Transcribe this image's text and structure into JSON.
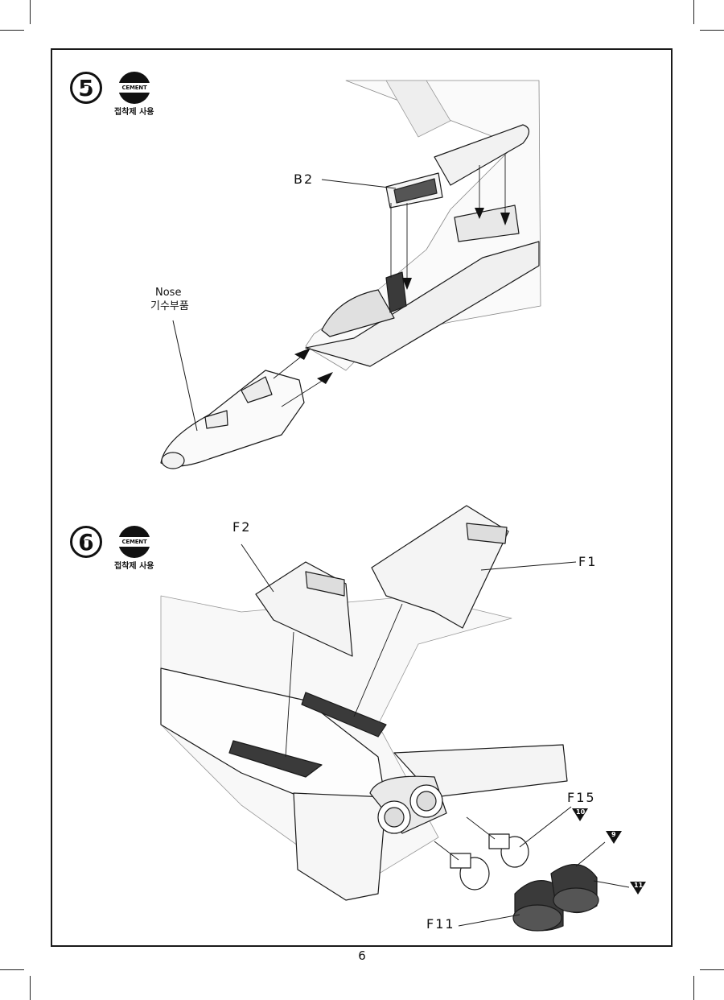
{
  "page": {
    "number": "6"
  },
  "steps": [
    {
      "number": "5",
      "cement_label": "CEMENT",
      "cement_text": "접착제 사용",
      "callouts": {
        "b2": "B2",
        "nose_en": "Nose",
        "nose_ko": "기수부품"
      }
    },
    {
      "number": "6",
      "cement_label": "CEMENT",
      "cement_text": "접착제 사용",
      "callouts": {
        "f2": "F2",
        "f1": "F1",
        "f15": "F15",
        "f11": "F11"
      },
      "references": {
        "r10": "10",
        "r9": "9",
        "r11": "11"
      }
    }
  ],
  "colors": {
    "line": "#1a1a1a",
    "fill": "#ffffff",
    "shade": "#d9d9d9",
    "dark": "#3a3a3a"
  }
}
